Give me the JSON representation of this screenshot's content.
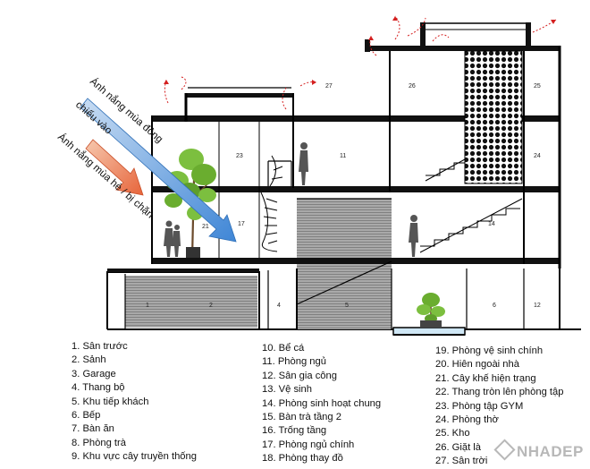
{
  "legend": [
    [
      "1. Sân trước",
      "2. Sảnh",
      "3. Garage",
      "4. Thang bộ",
      "5. Khu tiếp khách",
      "6. Bếp",
      "7. Bàn ăn",
      "8. Phòng trà",
      "9. Khu vực cây truyền thống"
    ],
    [
      "10. Bể cá",
      "11. Phòng ngủ",
      "12. Sân gia công",
      "13. Vệ sinh",
      "14. Phòng sinh hoạt chung",
      "15. Bàn trà tầng 2",
      "16. Trống tầng",
      "17. Phòng ngủ chính",
      "18. Phòng thay đồ"
    ],
    [
      "19. Phòng vệ sinh chính",
      "20. Hiên ngoài nhà",
      "21. Cây khế hiện trạng",
      "22. Thang tròn lên phòng tập",
      "23. Phòng tập GYM",
      "24. Phòng thờ",
      "25. Kho",
      "26. Giặt là",
      "27. Sân trời"
    ]
  ],
  "room_numbers": {
    "n1": "1",
    "n2": "2",
    "n4": "4",
    "n5": "5",
    "n6": "6",
    "n12": "12",
    "n11": "11",
    "n14": "14",
    "n17": "17",
    "n21": "21",
    "n23": "23",
    "n24": "24",
    "n25": "25",
    "n26": "26",
    "n27": "27"
  },
  "sun": {
    "winter_line1": "Ánh nắng mùa đông",
    "winter_line2": "chiếu vào",
    "summer": "Ánh nắng mùa hè / bị chặn",
    "winter_color": "#4a90d9",
    "summer_color": "#e8734a"
  },
  "watermark": "NHADEP"
}
